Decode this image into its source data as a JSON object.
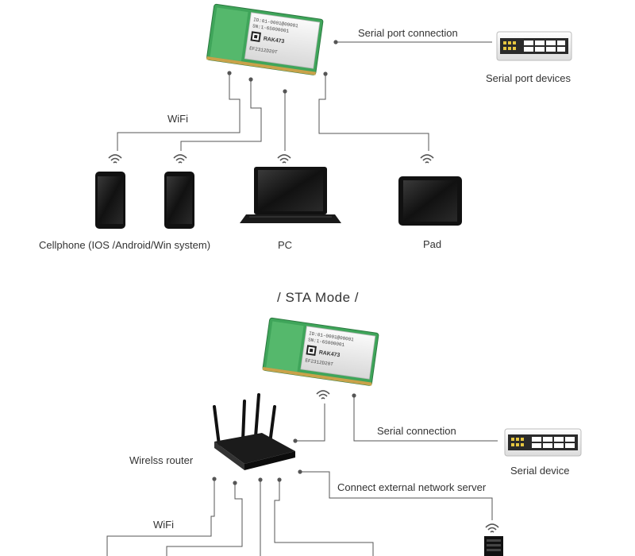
{
  "ap_section": {
    "serial_port_connection": "Serial port connection",
    "serial_port_devices": "Serial port devices",
    "wifi": "WiFi",
    "cellphone": "Cellphone (IOS /Android/Win system)",
    "pc": "PC",
    "pad": "Pad"
  },
  "sta_section": {
    "title": "/ STA Mode /",
    "serial_connection": "Serial connection",
    "serial_device": "Serial device",
    "wireless_router": "Wirelss router",
    "connect_external": "Connect external network server",
    "wifi": "WiFi"
  },
  "module": {
    "chip_text": [
      "ID:01-0001@00001",
      "SN:1-6S000001",
      "EF2312D20T"
    ],
    "brand": "RAK473"
  },
  "colors": {
    "pcb_green": "#3fa55a",
    "line": "#555555",
    "device_dark": "#1a1a1a",
    "label": "#333333"
  }
}
